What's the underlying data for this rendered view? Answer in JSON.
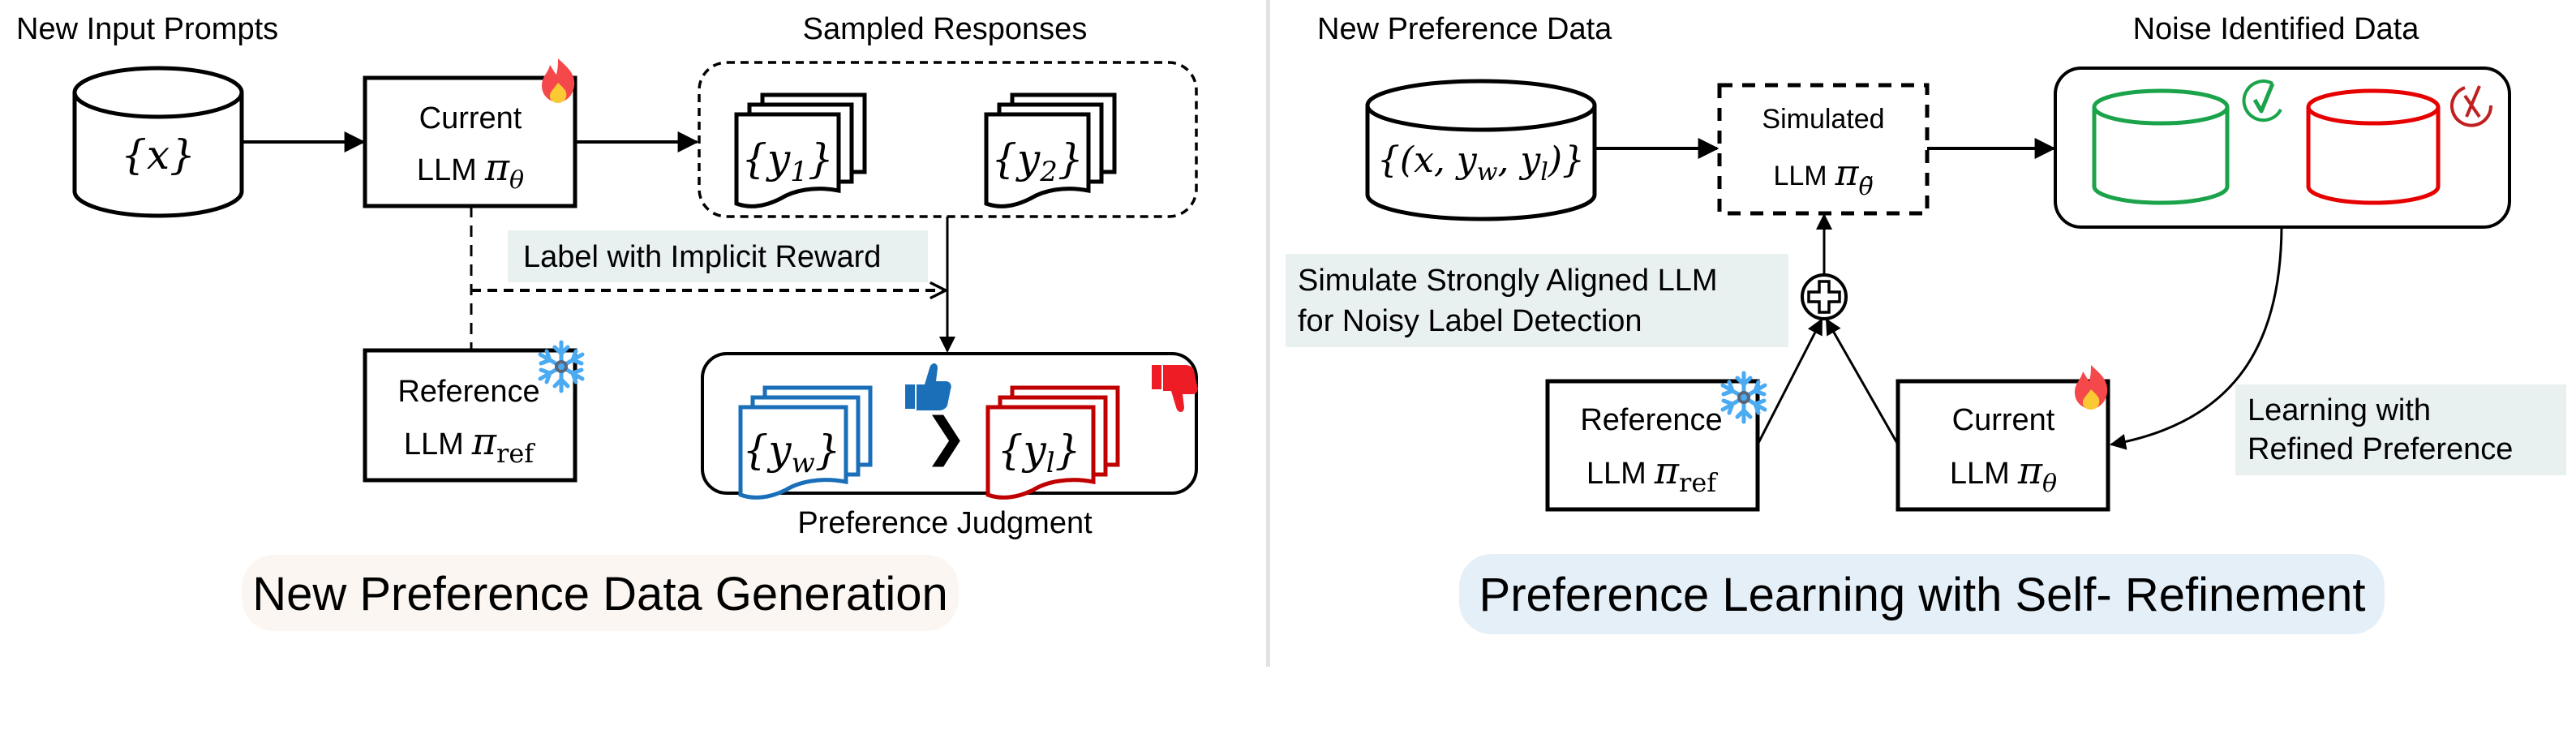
{
  "left_panel": {
    "title": "New Preference Data Generation",
    "title_bg": "#fbf6f1",
    "labels": {
      "input_prompts": "New Input Prompts",
      "sampled_responses": "Sampled Responses",
      "preference_judgment": "Preference Judgment",
      "implicit_reward": "Label with Implicit Reward"
    },
    "input_data": {
      "math": "{x}"
    },
    "current_llm": {
      "line1": "Current",
      "line2": "LLM",
      "symbol": "π",
      "sub": "θ",
      "icon": "fire-icon"
    },
    "reference_llm": {
      "line1": "Reference",
      "line2": "LLM",
      "symbol": "π",
      "sub": "ref",
      "icon": "snowflake-icon"
    },
    "responses": [
      {
        "var": "y",
        "sub": "1"
      },
      {
        "var": "y",
        "sub": "2"
      }
    ],
    "judgment": {
      "winner": {
        "var": "y",
        "sub": "w",
        "color": "#1a6fb8",
        "icon": "thumbs-up-icon"
      },
      "loser": {
        "var": "y",
        "sub": "l",
        "color": "#c00000",
        "icon": "thumbs-down-icon"
      },
      "relation": "❯"
    }
  },
  "right_panel": {
    "title": "Preference Learning with Self- Refinement",
    "title_bg": "#e4eff8",
    "labels": {
      "new_pref_data": "New Preference Data",
      "noise_identified": "Noise Identified Data",
      "simulate_note_line1": "Simulate Strongly Aligned LLM",
      "simulate_note_line2": "for Noisy Label Detection",
      "learning_note_line1": "Learning with",
      "learning_note_line2": "Refined Preference"
    },
    "pref_data": {
      "math": "{(x, y",
      "sub_w": "w",
      "mid": ", y",
      "sub_l": "l",
      "end": ")}"
    },
    "simulated_llm": {
      "line1": "Simulated",
      "line2": "LLM",
      "symbol": "π",
      "sub": "θ̃"
    },
    "reference_llm": {
      "line1": "Reference",
      "line2": "LLM",
      "symbol": "π",
      "sub": "ref",
      "icon": "snowflake-icon"
    },
    "current_llm": {
      "line1": "Current",
      "line2": "LLM",
      "symbol": "π",
      "sub": "θ",
      "icon": "fire-icon"
    },
    "clean_data_color": "#1aa34a",
    "noisy_data_color": "#e60000",
    "combine_icon": "plus-circle-icon"
  },
  "colors": {
    "note_bg": "#e9f0f0",
    "divider": "#e2e2e2"
  }
}
